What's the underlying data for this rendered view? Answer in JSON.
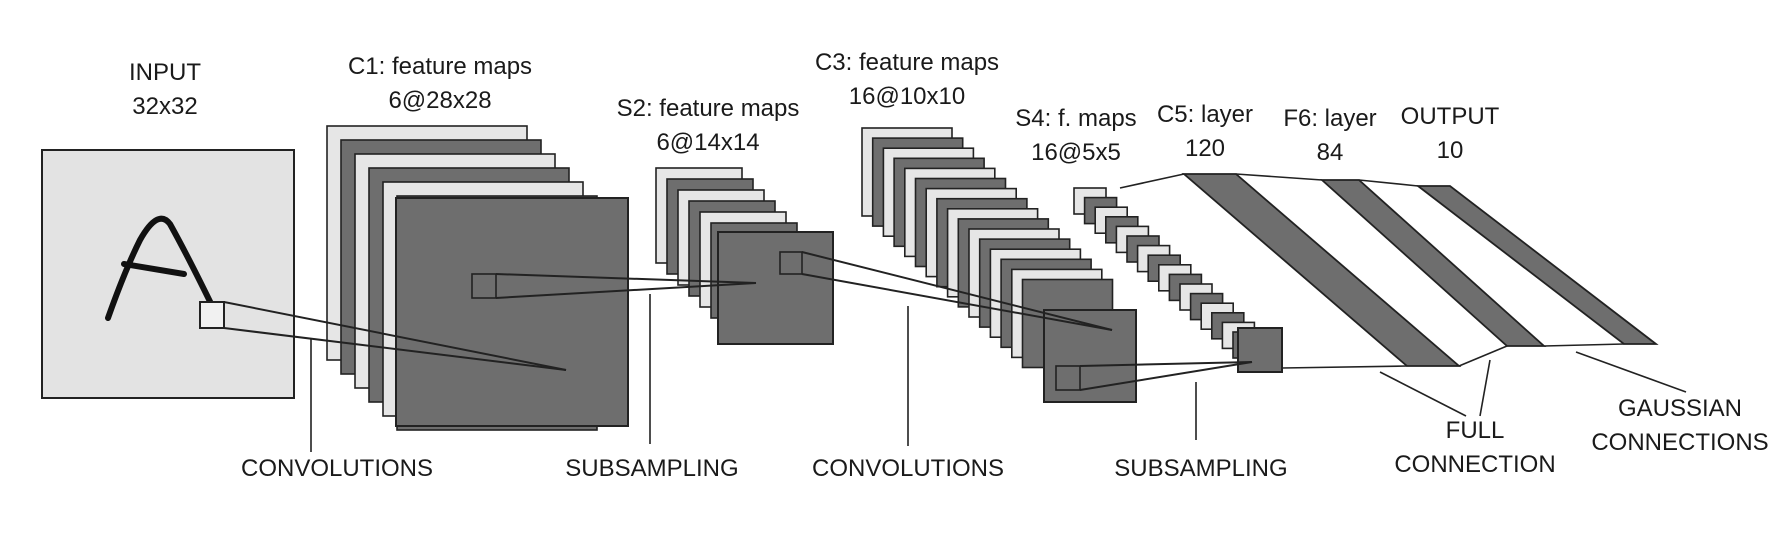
{
  "labels": {
    "input": {
      "name": "INPUT",
      "size": "32x32"
    },
    "c1": {
      "name": "C1: feature maps",
      "size": "6@28x28"
    },
    "s2": {
      "name": "S2: feature maps",
      "size": "6@14x14"
    },
    "c3": {
      "name": "C3: feature maps",
      "size": "16@10x10"
    },
    "s4": {
      "name": "S4: f. maps",
      "size": "16@5x5"
    },
    "c5": {
      "name": "C5: layer",
      "size": "120"
    },
    "f6": {
      "name": "F6: layer",
      "size": "84"
    },
    "output": {
      "name": "OUTPUT",
      "size": "10"
    }
  },
  "operations": {
    "convolutions_1": "CONVOLUTIONS",
    "subsampling_1": "SUBSAMPLING",
    "convolutions_2": "CONVOLUTIONS",
    "subsampling_2": "SUBSAMPLING",
    "full_connection": [
      "FULL",
      "CONNECTION"
    ],
    "gaussian_connections": [
      "GAUSSIAN",
      "CONNECTIONS"
    ]
  },
  "colors": {
    "map_dark": "#6e6e6e",
    "map_light": "#e6e6e6",
    "input_bg": "#e3e3e3",
    "stroke": "#222222"
  },
  "input_glyph": "A"
}
